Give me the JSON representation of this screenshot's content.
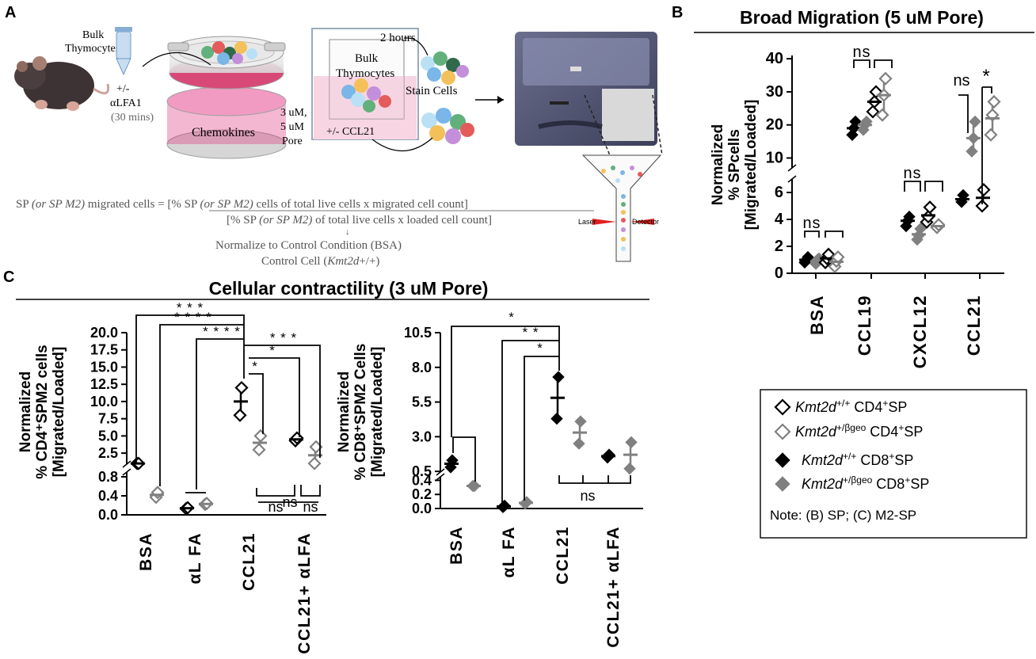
{
  "panels": {
    "a_letter": "A",
    "b_letter": "B",
    "c_letter": "C"
  },
  "panel_a": {
    "bulk_thymocytes_line1": "Bulk",
    "bulk_thymocytes_line2": "Thymocytes",
    "treatment_line1": "+/-",
    "treatment_line2": "αLFA1",
    "treatment_line3": "(30 mins)",
    "chemokines": "Chemokines",
    "bulk2_line1": "Bulk",
    "bulk2_line2": "Thymocytes",
    "pore_line1": "3 uM,",
    "pore_line2": "5 uM",
    "pore_line3": "Pore",
    "ccl21_treatment": "+/-  CCL21",
    "two_hours": "2 hours",
    "stain_cells": "Stain Cells",
    "laser": "Laser",
    "detector": "Detector",
    "formula_left_1": "SP ",
    "formula_left_italic": "(or SP M2)",
    "formula_left_2": " migrated cells = ",
    "formula_num_1": "[% SP ",
    "formula_num_italic": "(or SP M2)",
    "formula_num_2": " cells of total live cells x migrated cell count]",
    "formula_den_1": "[% SP ",
    "formula_den_italic": "(or SP M2)",
    "formula_den_2": " of total live cells x loaded cell count]",
    "down_arrow": "↓",
    "normalize": "Normalize to Control Condition (BSA)",
    "control_cell_1": "Control Cell (",
    "control_cell_italic": "Kmt2d",
    "control_cell_2": "+/+)"
  },
  "panel_b_title": "Broad Migration  (5 uM Pore)",
  "panel_c_title": "Cellular contractility  (3 uM Pore)",
  "legend": {
    "entries": [
      {
        "gene": "Kmt2d",
        "sup": "+/+",
        "cell": "CD4",
        "cell_sup": "+",
        "suffix": "SP",
        "marker": "open-diamond",
        "color": "#000000"
      },
      {
        "gene": "Kmt2d",
        "sup": "+/βgeo",
        "cell": "CD4",
        "cell_sup": "+",
        "suffix": "SP",
        "marker": "open-diamond",
        "color": "#808080"
      },
      {
        "gene": "Kmt2d",
        "sup": "+/+",
        "cell": "CD8",
        "cell_sup": "+",
        "suffix": "SP",
        "marker": "filled-diamond",
        "color": "#000000"
      },
      {
        "gene": "Kmt2d",
        "sup": "+/βgeo",
        "cell": "CD8",
        "cell_sup": "+",
        "suffix": "SP",
        "marker": "filled-diamond",
        "color": "#808080"
      }
    ],
    "note": "Note: (B) SP; (C) M2-SP"
  },
  "chart_data": [
    {
      "type": "scatter",
      "panel": "B",
      "ylabel_lines": [
        "Normalized",
        "% SPcells",
        "[Migrated/Loaded]"
      ],
      "categories": [
        "BSA",
        "CCL19",
        "CXCL12",
        "CCL21"
      ],
      "y_axis": {
        "broken": true,
        "lower_range": [
          0,
          7
        ],
        "lower_ticks": [
          0,
          2,
          4,
          6
        ],
        "upper_range": [
          7,
          41
        ],
        "upper_ticks": [
          10,
          20,
          30,
          40
        ]
      },
      "series": [
        {
          "name": "Kmt2d+/+ CD8+SP",
          "marker": "filled",
          "color": "#000000",
          "groups": [
            {
              "category": "BSA",
              "values": [
                0.8,
                1.0,
                1.2
              ],
              "mean": 1.0
            },
            {
              "category": "CCL19",
              "values": [
                17,
                19,
                21
              ],
              "mean": 19
            },
            {
              "category": "CXCL12",
              "values": [
                3.5,
                3.9,
                4.2
              ],
              "mean": 3.9
            },
            {
              "category": "CCL21",
              "values": [
                5.3,
                5.8
              ],
              "mean": 5.5
            }
          ]
        },
        {
          "name": "Kmt2d+/βgeo CD8+SP",
          "marker": "filled",
          "color": "#808080",
          "groups": [
            {
              "category": "BSA",
              "values": [
                0.7,
                1.0,
                1.1
              ],
              "mean": 0.9
            },
            {
              "category": "CCL19",
              "values": [
                18.5,
                20,
                21
              ],
              "mean": 20
            },
            {
              "category": "CXCL12",
              "values": [
                2.5,
                2.8,
                3.3
              ],
              "mean": 2.9
            },
            {
              "category": "CCL21",
              "values": [
                12,
                16,
                21
              ],
              "mean": 16
            }
          ]
        },
        {
          "name": "Kmt2d+/+ CD4+SP",
          "marker": "open",
          "color": "#000000",
          "groups": [
            {
              "category": "BSA",
              "values": [
                0.8,
                1.1,
                1.4
              ],
              "mean": 1.1
            },
            {
              "category": "CCL19",
              "values": [
                24,
                27,
                30
              ],
              "mean": 27
            },
            {
              "category": "CXCL12",
              "values": [
                3.8,
                4.2,
                4.9
              ],
              "mean": 4.3
            },
            {
              "category": "CCL21",
              "values": [
                5.0,
                6.2
              ],
              "mean": 5.6
            }
          ]
        },
        {
          "name": "Kmt2d+/βgeo CD4+SP",
          "marker": "open",
          "color": "#808080",
          "groups": [
            {
              "category": "BSA",
              "values": [
                0.5,
                0.9,
                1.2
              ],
              "mean": 0.85
            },
            {
              "category": "CCL19",
              "values": [
                23,
                29,
                34
              ],
              "mean": 29
            },
            {
              "category": "CXCL12",
              "values": [
                3.4,
                3.6
              ],
              "mean": 3.5
            },
            {
              "category": "CCL21",
              "values": [
                17,
                23,
                27
              ],
              "mean": 22
            }
          ]
        }
      ],
      "significance": [
        {
          "category": "BSA",
          "label": "ns"
        },
        {
          "category": "CCL19",
          "label": "ns"
        },
        {
          "category": "CXCL12",
          "label": "ns"
        },
        {
          "category": "CCL21",
          "labels": [
            "ns",
            "*"
          ]
        }
      ]
    },
    {
      "type": "scatter",
      "panel": "C-CD4",
      "ylabel_lines": [
        "Normalized",
        "% CD4+SPM2 cells",
        "[Migrated/Loaded]"
      ],
      "categories": [
        "BSA",
        "αL FA",
        "CCL21",
        "CCL21+ αLFA"
      ],
      "y_axis": {
        "broken": true,
        "lower_range": [
          0,
          0.9
        ],
        "lower_ticks": [
          0.0,
          0.4,
          0.8
        ],
        "upper_range": [
          0.9,
          20
        ],
        "upper_ticks": [
          2.5,
          5.0,
          7.5,
          10.0,
          12.5,
          15.0,
          17.5,
          20.0
        ]
      },
      "series": [
        {
          "name": "Kmt2d+/+ CD4+SP",
          "marker": "open",
          "color": "#000000",
          "groups": [
            {
              "category": "BSA",
              "values": [
                1.0,
                1.0
              ],
              "mean": 1.0
            },
            {
              "category": "αL FA",
              "values": [
                0.13,
                0.15
              ],
              "mean": 0.14
            },
            {
              "category": "CCL21",
              "values": [
                8.0,
                12.0
              ],
              "mean": 10.0
            },
            {
              "category": "CCL21+ αLFA",
              "values": [
                4.3,
                4.7
              ],
              "mean": 4.5
            }
          ]
        },
        {
          "name": "Kmt2d+/βgeo CD4+SP",
          "marker": "open",
          "color": "#808080",
          "groups": [
            {
              "category": "BSA",
              "values": [
                0.37,
                0.47
              ],
              "mean": 0.42
            },
            {
              "category": "αL FA",
              "values": [
                0.22,
                0.24
              ],
              "mean": 0.23
            },
            {
              "category": "CCL21",
              "values": [
                3.0,
                5.0
              ],
              "mean": 4.0
            },
            {
              "category": "CCL21+ αLFA",
              "values": [
                1.0,
                3.4
              ],
              "mean": 2.2
            }
          ]
        }
      ],
      "significance": [
        {
          "label": "* * *"
        },
        {
          "label": "* * * *"
        },
        {
          "label": "* * * *"
        },
        {
          "label": "* * *"
        },
        {
          "label": "*"
        },
        {
          "label": "*"
        },
        {
          "label": "ns"
        },
        {
          "label": "ns"
        },
        {
          "label": "ns"
        }
      ]
    },
    {
      "type": "scatter",
      "panel": "C-CD8",
      "ylabel_lines": [
        "Normalized",
        "% CD8+SPM2 Cells",
        "[Migrated/Loaded]"
      ],
      "categories": [
        "BSA",
        "αL FA",
        "CCL21",
        "CCL21+ αLFA"
      ],
      "y_axis": {
        "broken": true,
        "lower_range": [
          0,
          0.45
        ],
        "lower_ticks": [
          0.0,
          0.2,
          0.4
        ],
        "upper_range": [
          0.45,
          10.5
        ],
        "upper_ticks": [
          0.5,
          3.0,
          5.5,
          8.0,
          10.5
        ]
      },
      "series": [
        {
          "name": "Kmt2d+/+ CD8+SP",
          "marker": "filled",
          "color": "#000000",
          "groups": [
            {
              "category": "BSA",
              "values": [
                0.8,
                1.3
              ],
              "mean": 1.05
            },
            {
              "category": "αL FA",
              "values": [
                0.02,
                0.04
              ],
              "mean": 0.03
            },
            {
              "category": "CCL21",
              "values": [
                4.3,
                7.3
              ],
              "mean": 5.8
            },
            {
              "category": "CCL21+ αLFA",
              "values": [
                1.5,
                1.7
              ],
              "mean": 1.6
            }
          ]
        },
        {
          "name": "Kmt2d+/βgeo CD8+SP",
          "marker": "filled",
          "color": "#808080",
          "groups": [
            {
              "category": "BSA",
              "values": [
                0.32,
                0.32
              ],
              "mean": 0.32
            },
            {
              "category": "αL FA",
              "values": [
                0.07,
                0.09
              ],
              "mean": 0.08
            },
            {
              "category": "CCL21",
              "values": [
                2.5,
                4.1
              ],
              "mean": 3.3
            },
            {
              "category": "CCL21+ αLFA",
              "values": [
                0.7,
                2.6
              ],
              "mean": 1.7
            }
          ]
        }
      ],
      "significance": [
        {
          "label": "*"
        },
        {
          "label": "* *"
        },
        {
          "label": "*"
        },
        {
          "label": "ns"
        }
      ]
    }
  ]
}
